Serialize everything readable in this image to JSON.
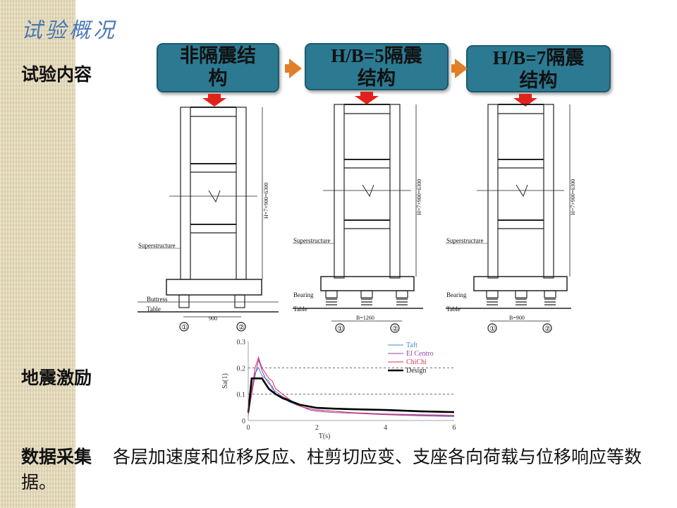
{
  "slide": {
    "title": "试验概况",
    "content_label": "试验内容",
    "excitation_label": "地震激励",
    "data_label": "数据采集",
    "data_text": "各层加速度和位移反应、柱剪切应变、支座各向荷载与位移响应等数据。"
  },
  "boxes": [
    {
      "line1": "非隔震结",
      "line2": "构"
    },
    {
      "line1": "H/B=5隔震",
      "line2": "结构"
    },
    {
      "line1": "H/B=7隔震",
      "line2": "结构"
    }
  ],
  "drawings": [
    {
      "superstructure": "Superstructure",
      "buttress": "Buttress",
      "table": "Table",
      "height_dim": "H=7×900=6300",
      "width_dim": "900",
      "axis1": "①",
      "axis2": "②"
    },
    {
      "superstructure": "Superstructure",
      "bearing": "Bearing",
      "table": "Table",
      "height_dim": "H=7×900=6300",
      "width_dim": "B=1260",
      "axis1": "①",
      "axis2": "②"
    },
    {
      "superstructure": "Superstructure",
      "bearing": "Bearing",
      "table": "Table",
      "height_dim": "H=7×900=6300",
      "width_dim": "B=900",
      "axis1": "①",
      "axis2": "②"
    }
  ],
  "chart_data": {
    "type": "line",
    "xlabel": "T(s)",
    "ylabel": "Sa(1)",
    "xlim": [
      0,
      6
    ],
    "ylim": [
      0,
      0.3
    ],
    "xticks": [
      "0",
      "2",
      "4",
      "6"
    ],
    "yticks": [
      "0",
      "0.1",
      "0.2",
      "0.3"
    ],
    "grid": "dashed at 0.1 and 0.2",
    "legend_position": "top-right",
    "series": [
      {
        "name": "Taft",
        "color": "#3d8fd1",
        "x": [
          0,
          0.1,
          0.2,
          0.3,
          0.4,
          0.5,
          0.6,
          0.7,
          0.8,
          1.0,
          1.2,
          1.4,
          1.6,
          1.8,
          2.0,
          2.5,
          3,
          4,
          5,
          6
        ],
        "y": [
          0.02,
          0.12,
          0.18,
          0.2,
          0.17,
          0.16,
          0.15,
          0.12,
          0.11,
          0.09,
          0.07,
          0.06,
          0.05,
          0.045,
          0.04,
          0.035,
          0.03,
          0.025,
          0.02,
          0.018
        ]
      },
      {
        "name": "El Centro",
        "color": "#9b3fae",
        "x": [
          0,
          0.1,
          0.2,
          0.3,
          0.4,
          0.5,
          0.6,
          0.7,
          0.8,
          1.0,
          1.2,
          1.4,
          1.6,
          1.8,
          2.0,
          2.5,
          3,
          4,
          5,
          6
        ],
        "y": [
          0.02,
          0.1,
          0.17,
          0.23,
          0.19,
          0.16,
          0.14,
          0.13,
          0.1,
          0.09,
          0.08,
          0.06,
          0.05,
          0.04,
          0.035,
          0.03,
          0.028,
          0.022,
          0.018,
          0.015
        ]
      },
      {
        "name": "ChiChi",
        "color": "#d8315b",
        "x": [
          0,
          0.1,
          0.2,
          0.3,
          0.4,
          0.5,
          0.6,
          0.7,
          0.8,
          1.0,
          1.2,
          1.4,
          1.6,
          1.8,
          2.0,
          2.5,
          3,
          4,
          5,
          6
        ],
        "y": [
          0.02,
          0.11,
          0.2,
          0.24,
          0.2,
          0.18,
          0.16,
          0.15,
          0.12,
          0.1,
          0.08,
          0.06,
          0.05,
          0.045,
          0.04,
          0.035,
          0.03,
          0.025,
          0.022,
          0.02
        ]
      },
      {
        "name": "Design",
        "color": "#000000",
        "x": [
          0,
          0.1,
          0.2,
          0.4,
          0.5,
          0.6,
          0.8,
          1.0,
          1.2,
          1.5,
          2.0,
          2.5,
          3,
          4,
          5,
          6
        ],
        "y": [
          0.03,
          0.16,
          0.16,
          0.16,
          0.14,
          0.12,
          0.1,
          0.085,
          0.075,
          0.06,
          0.048,
          0.045,
          0.043,
          0.04,
          0.035,
          0.032
        ]
      }
    ]
  }
}
